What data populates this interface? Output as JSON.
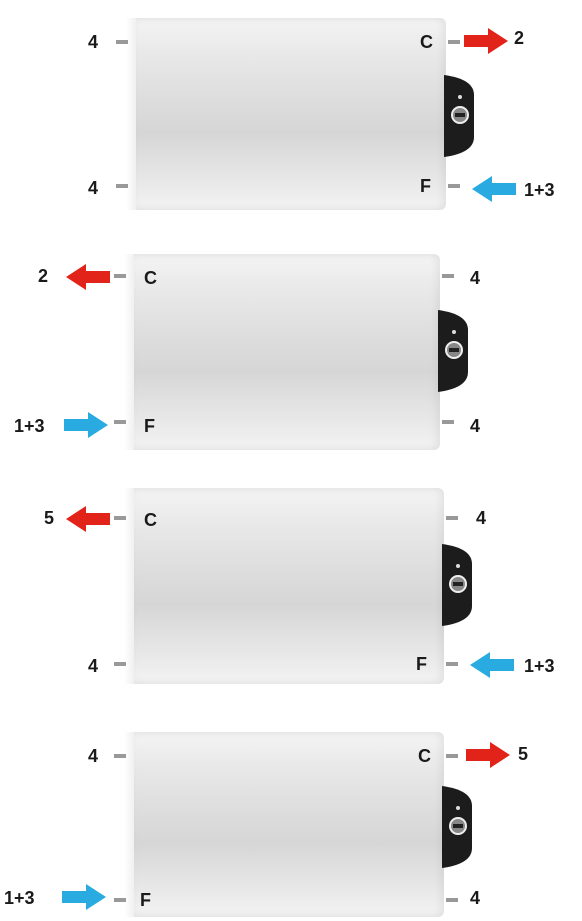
{
  "colors": {
    "hot_arrow": "#e2231a",
    "cold_arrow": "#29abe2",
    "control_panel": "#1c1c1c"
  },
  "diagrams": [
    {
      "labels": {
        "top_left": "4",
        "top_right": "C",
        "bottom_left": "4",
        "bottom_right": "F",
        "out_top": "2",
        "in_bottom": "1+3"
      }
    },
    {
      "labels": {
        "top_left": "C",
        "top_right": "4",
        "bottom_left": "F",
        "bottom_right": "4",
        "out_top": "2",
        "in_bottom": "1+3"
      }
    },
    {
      "labels": {
        "top_left": "C",
        "top_right": "4",
        "bottom_left": "4",
        "bottom_right": "F",
        "out_top": "5",
        "in_bottom": "1+3"
      }
    },
    {
      "labels": {
        "top_left": "4",
        "top_right": "C",
        "bottom_left": "F",
        "bottom_right": "4",
        "out_top": "5",
        "in_bottom": "1+3"
      }
    }
  ]
}
